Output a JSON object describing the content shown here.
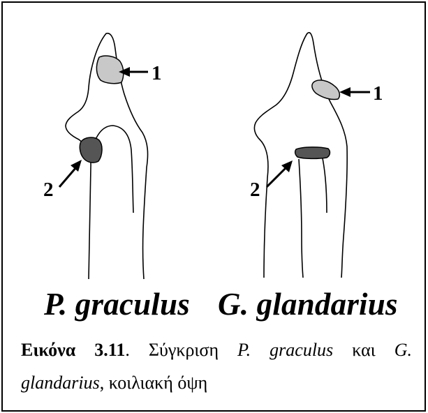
{
  "figure": {
    "labels": {
      "left_1": "1",
      "left_2": "2",
      "right_1": "1",
      "right_2": "2"
    },
    "species_left": "P. graculus",
    "species_right": "G. glandarius"
  },
  "caption": {
    "fig_number": "Εικόνα 3.11",
    "dot": ".",
    "text_1": " Σύγκριση ",
    "species_1": "P. graculus",
    "text_2": " και ",
    "species_2": "G. glandarius",
    "text_3": ", κοιλιακή όψη"
  },
  "colors": {
    "stroke": "#000000",
    "area_1": "#c8c8c8",
    "area_2": "#555555"
  }
}
